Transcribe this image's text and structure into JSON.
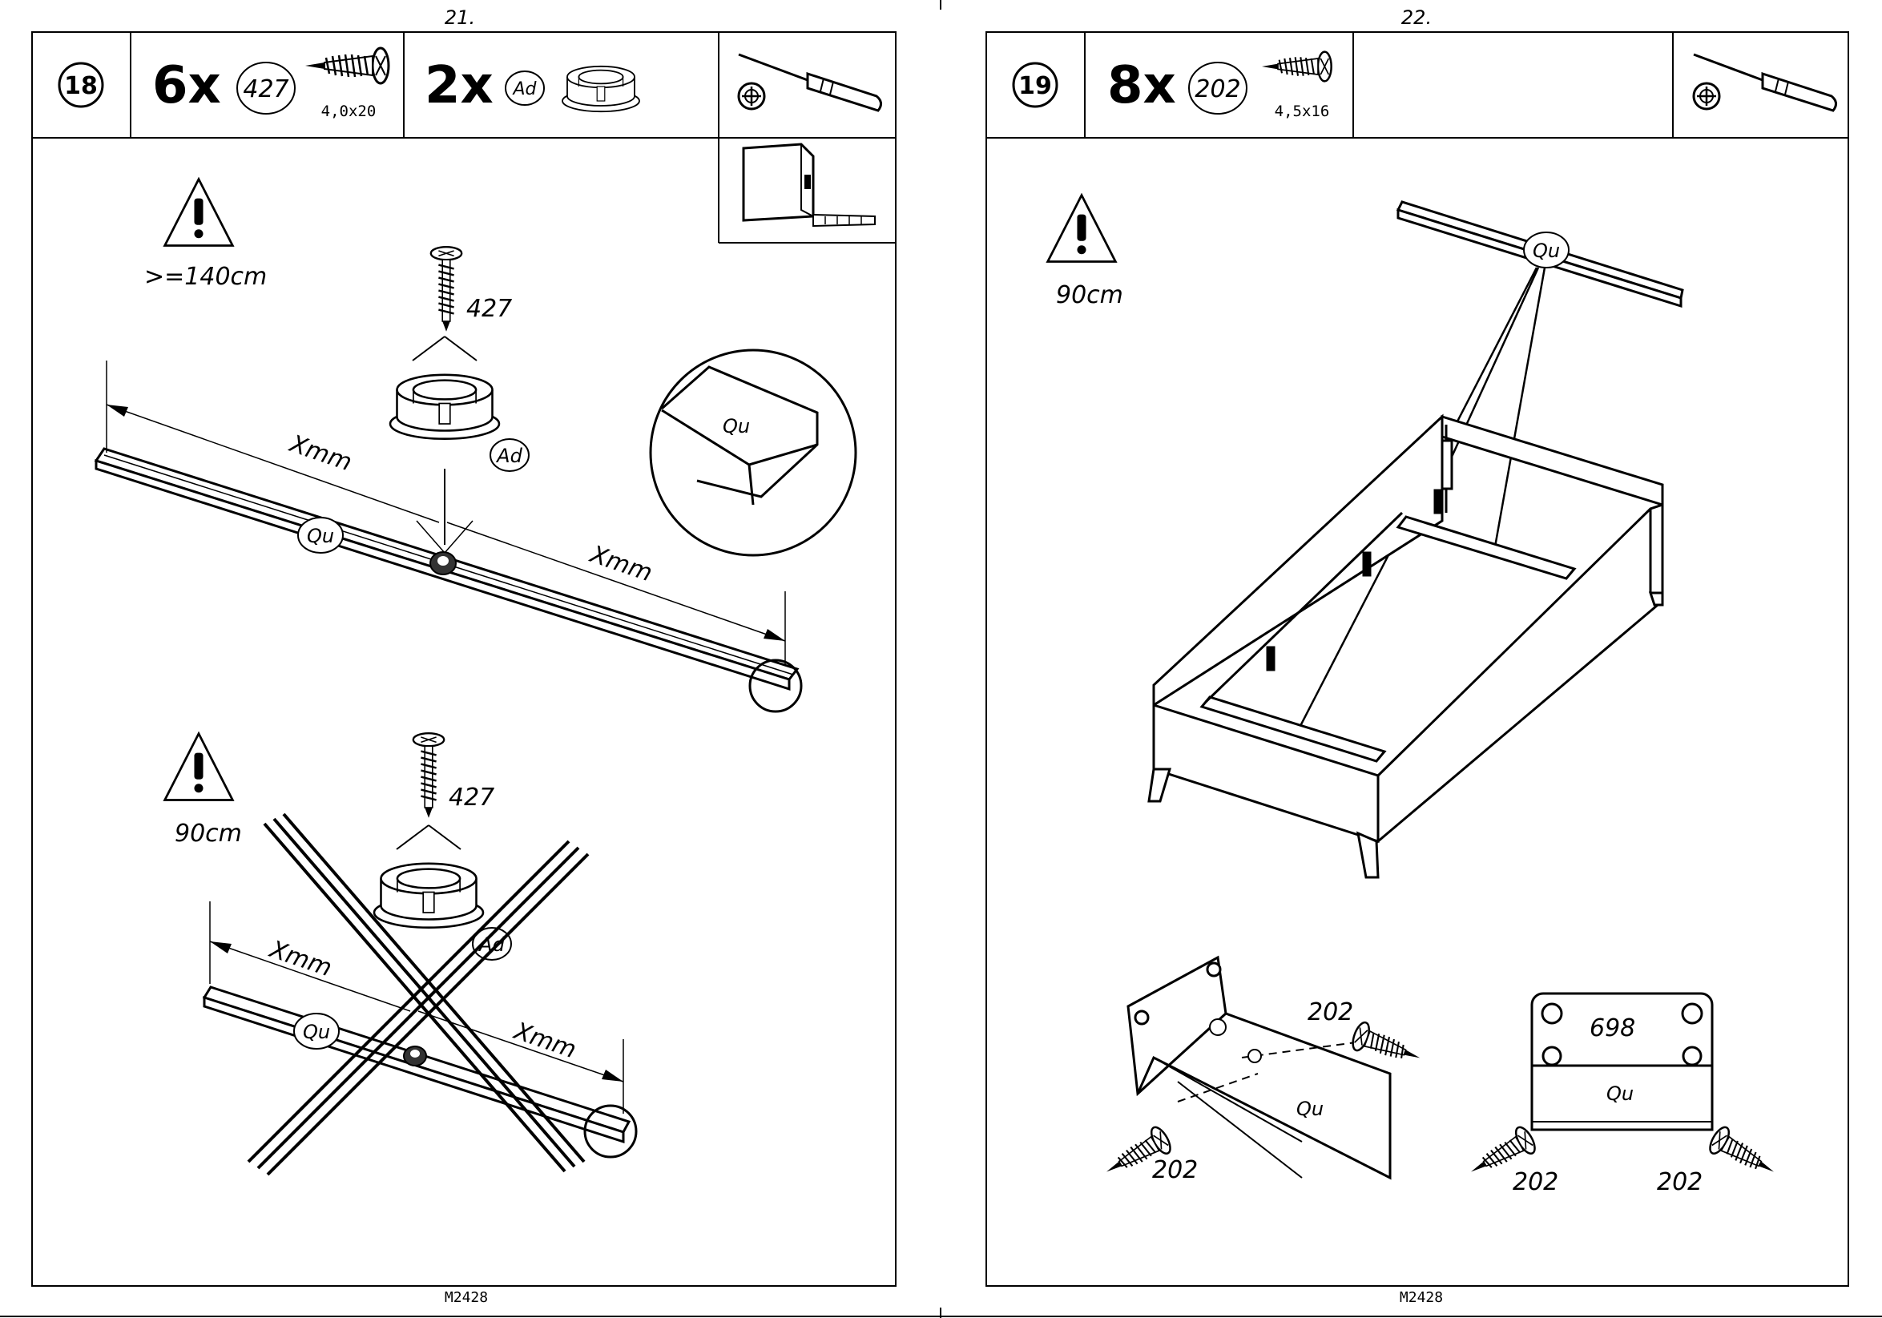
{
  "pages": [
    {
      "page_number": "21.",
      "footer_code": "M2428",
      "step": "18",
      "parts": [
        {
          "quantity": "6x",
          "part_id": "427",
          "size": "4,0x20",
          "icon": "screw-icon"
        },
        {
          "quantity": "2x",
          "part_id": "Ad",
          "icon": "socket-icon"
        }
      ],
      "tools": [
        "screwdriver-icon",
        "tape-measure-icon"
      ],
      "correct_example": {
        "min_width": ">=140cm",
        "screw_label": "427",
        "socket_label": "Ad",
        "rail_label": "Qu",
        "left_dimension": "Xmm",
        "right_dimension": "Xmm",
        "detail_label": "Qu"
      },
      "wrong_example": {
        "width": "90cm",
        "screw_label": "427",
        "socket_label": "Ad",
        "rail_label": "Qu",
        "left_dimension": "Xmm",
        "right_dimension": "Xmm"
      }
    },
    {
      "page_number": "22.",
      "footer_code": "M2428",
      "step": "19",
      "parts": [
        {
          "quantity": "8x",
          "part_id": "202",
          "size": "4,5x16",
          "icon": "screw-icon"
        }
      ],
      "tools": [
        "screwdriver-icon"
      ],
      "overview": {
        "width": "90cm",
        "rail_label": "Qu"
      },
      "detail_left": {
        "screw_top": "202",
        "screw_bottom": "202",
        "rail_label": "Qu"
      },
      "detail_right": {
        "bracket_label": "698",
        "rail_label": "Qu",
        "screw_left": "202",
        "screw_right": "202"
      }
    }
  ]
}
